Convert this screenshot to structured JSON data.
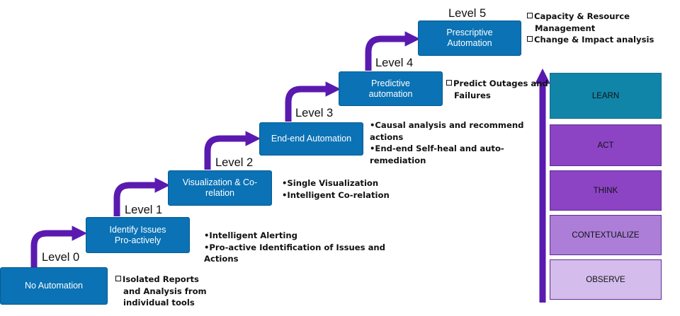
{
  "levels": [
    {
      "label": "Level 0",
      "box": "No Automation"
    },
    {
      "label": "Level 1",
      "box": "Identify Issues Pro-actively"
    },
    {
      "label": "Level 2",
      "box": "Visualization & Co-relation"
    },
    {
      "label": "Level 3",
      "box": "End-end Automation"
    },
    {
      "label": "Level 4",
      "box": "Predictive automation"
    },
    {
      "label": "Level 5",
      "box": "Prescriptive Automation"
    }
  ],
  "notes": {
    "level0": [
      "Isolated  Reports",
      "and Analysis from",
      "individual tools"
    ],
    "level1": [
      "•Intelligent Alerting",
      "•Pro-active Identification of Issues and",
      "Actions"
    ],
    "level2": [
      "•Single Visualization",
      "•Intelligent Co-relation"
    ],
    "level3": [
      "•Causal analysis and recommend",
      "actions",
      "•End-end Self-heal and auto-",
      "remediation"
    ],
    "level4": [
      "Predict Outages and",
      "Failures"
    ],
    "level5": [
      "Capacity & Resource",
      "Management",
      "Change & Impact analysis"
    ]
  },
  "stack": [
    "LEARN",
    "ACT",
    "THINK",
    "CONTEXTUALIZE",
    "OBSERVE"
  ],
  "colors": {
    "box_blue": "#0a72b5",
    "arrow_purple": "#5a1ab0",
    "learn": "#1185a8",
    "act": "#8c44c4",
    "think": "#8c44c4",
    "contextualize": "#ac7ed8",
    "observe": "#d4bcec"
  }
}
